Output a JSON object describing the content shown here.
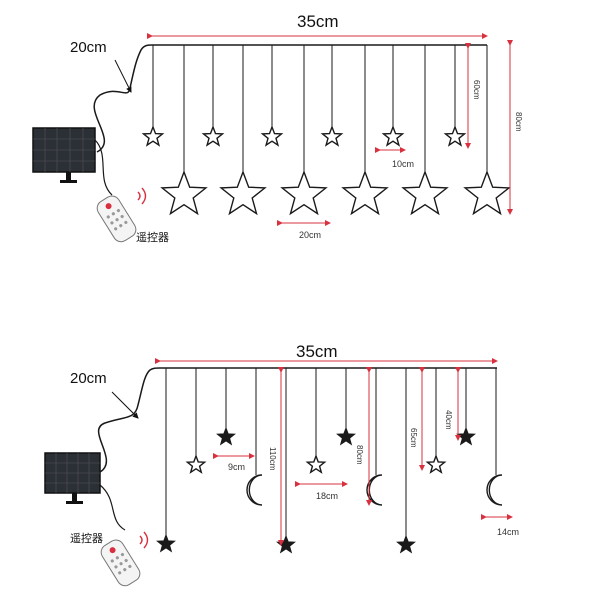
{
  "top_panel": {
    "width_label": "35cm",
    "cable_label": "20cm",
    "remote_label": "遥控器",
    "height_short_label": "60cm",
    "height_long_label": "80cm",
    "small_spacing_label": "10cm",
    "large_spacing_label": "20cm"
  },
  "bottom_panel": {
    "width_label": "35cm",
    "cable_label": "20cm",
    "remote_label": "遥控器",
    "spacing_9_label": "9cm",
    "height_110_label": "110cm",
    "spacing_18_label": "18cm",
    "height_80_label": "80cm",
    "height_65_label": "65cm",
    "height_40_label": "40cm",
    "spacing_14_label": "14cm"
  },
  "colors": {
    "line": "#1a1a1a",
    "dimension": "#d9303f",
    "panel": "#2b2f36"
  }
}
